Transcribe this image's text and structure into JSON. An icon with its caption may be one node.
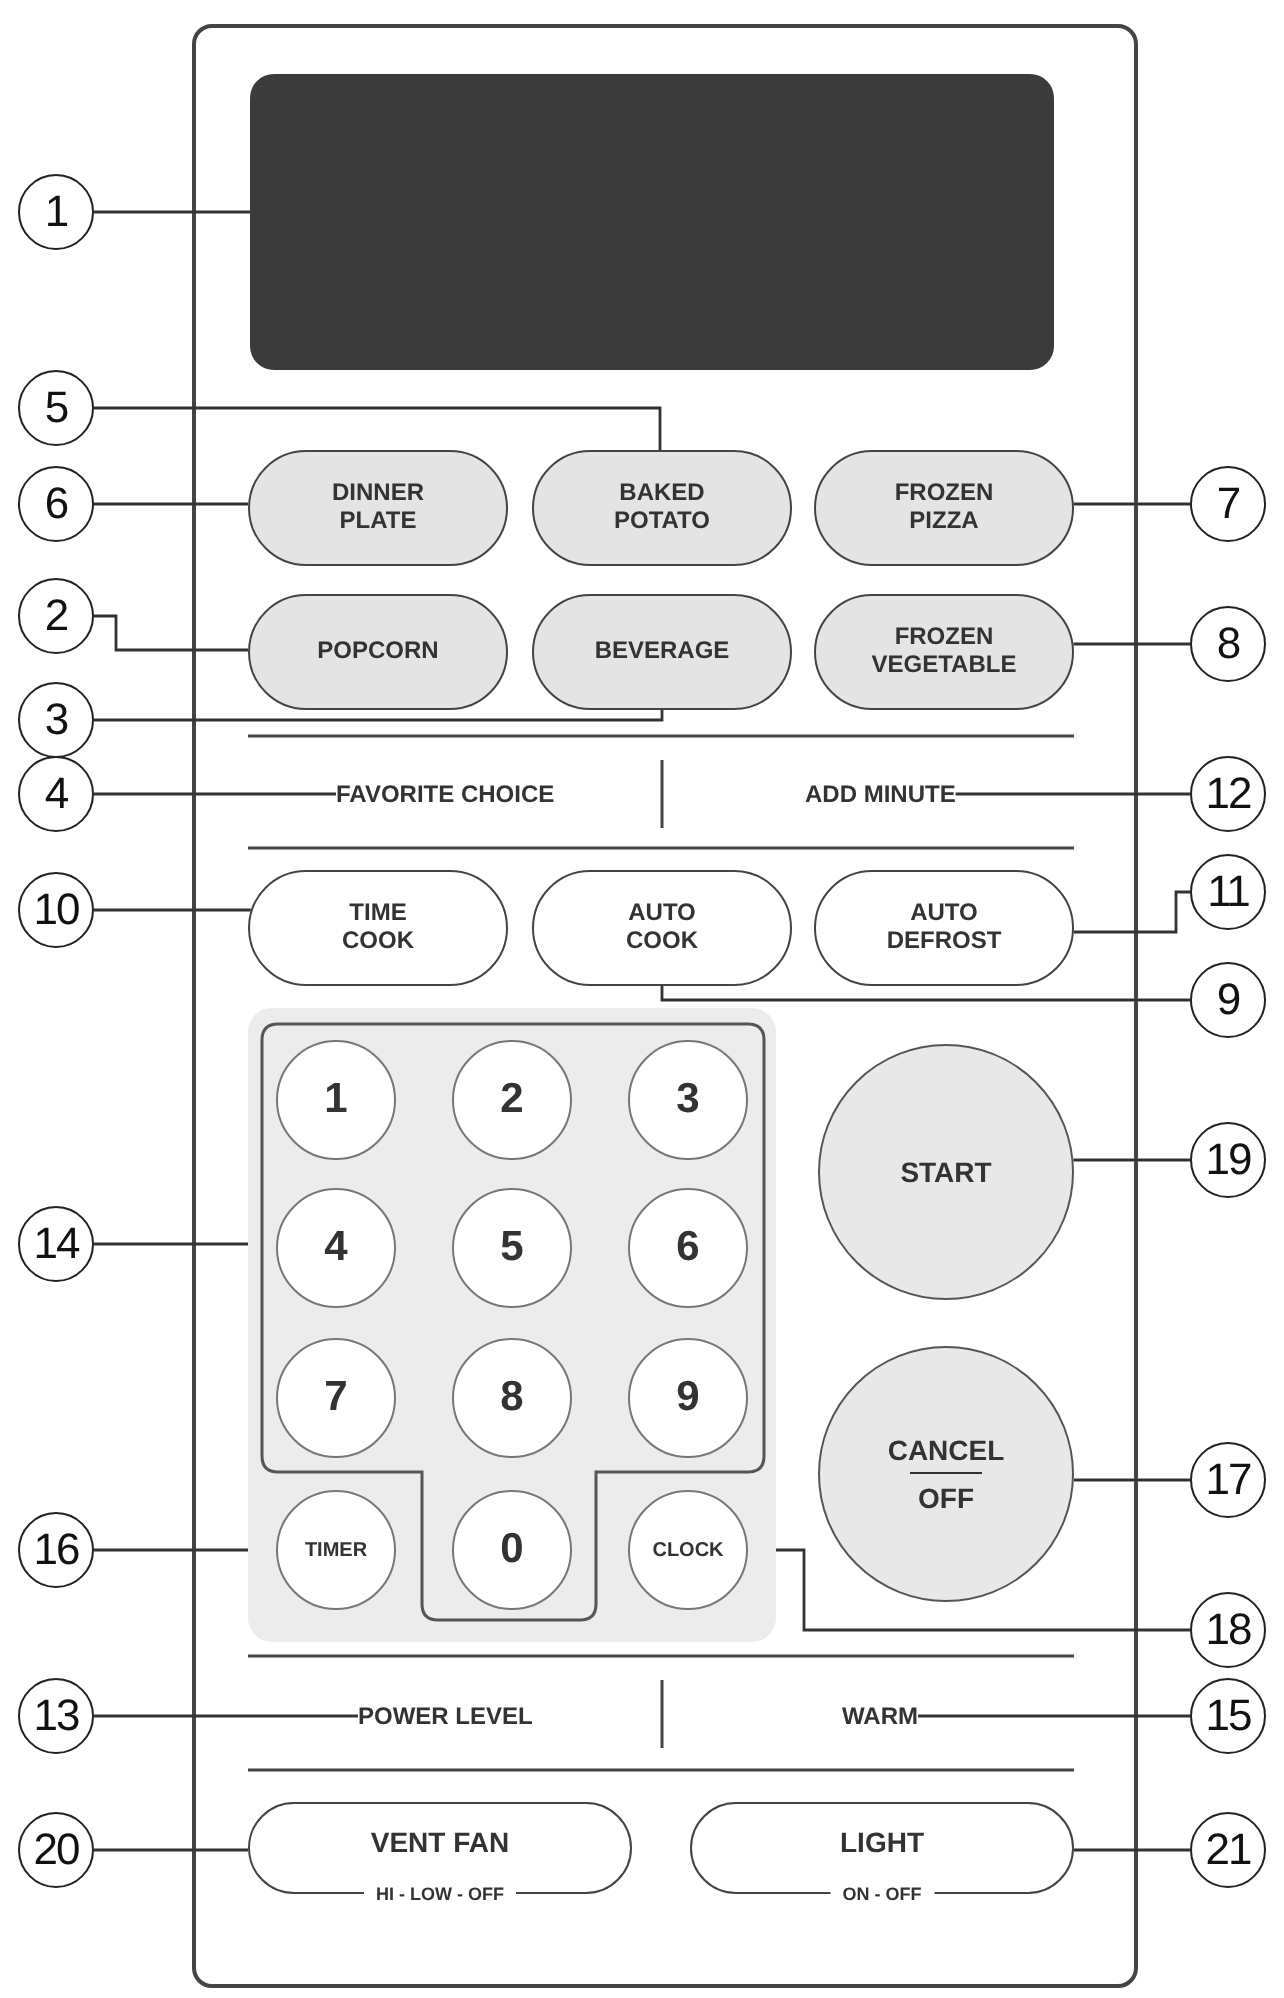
{
  "diagram": {
    "nodes": [
      {
        "text": [
          "1"
        ]
      },
      {
        "text": [],
        "shape": "box"
      },
      {
        "text": [
          "5"
        ]
      },
      {
        "text": [
          "6"
        ]
      },
      {
        "text": [
          "DINNER PLATE"
        ]
      },
      {
        "text": [
          "BAKED POTATO"
        ]
      },
      {
        "text": [
          "FROZEN PIZZA"
        ]
      },
      {
        "text": [
          "7"
        ]
      },
      {
        "text": [
          "2"
        ]
      },
      {
        "text": [
          "POPCORN"
        ]
      },
      {
        "text": [
          "BEVERAGE"
        ]
      },
      {
        "text": [
          "FROZEN VEGETABLE"
        ]
      },
      {
        "text": [
          "8"
        ]
      },
      {
        "text": [
          "3"
        ]
      },
      {
        "text": [
          "4"
        ]
      },
      {
        "text": [
          "FAVORITE CHOICE"
        ]
      },
      {
        "text": [
          "ADD MINUTE"
        ]
      },
      {
        "text": [
          "12"
        ]
      },
      {
        "text": [
          "10"
        ]
      },
      {
        "text": [
          "TIME COOK"
        ]
      },
      {
        "text": [
          "AUTO COOK"
        ]
      },
      {
        "text": [
          "AUTO DEFROST"
        ]
      },
      {
        "text": [
          "11"
        ]
      },
      {
        "text": [
          "9"
        ]
      },
      {
        "text": [],
        "shape": "box"
      },
      {
        "text": [
          "1"
        ],
        "in": 24
      },
      {
        "text": [
          "2"
        ],
        "in": 24
      },
      {
        "text": [
          "3"
        ],
        "in": 24
      },
      {
        "text": [
          "4"
        ],
        "in": 24
      },
      {
        "text": [
          "5"
        ],
        "in": 24
      },
      {
        "text": [
          "6"
        ],
        "in": 24
      },
      {
        "text": [
          "7"
        ],
        "in": 24
      },
      {
        "text": [
          "8"
        ],
        "in": 24
      },
      {
        "text": [
          "9"
        ],
        "in": 24
      },
      {
        "text": [
          "TIMER"
        ],
        "in": 24
      },
      {
        "text": [
          "0"
        ],
        "in": 24
      },
      {
        "text": [
          "CLOCK"
        ],
        "in": 24
      },
      {
        "text": [
          "14"
        ]
      },
      {
        "text": [
          "START"
        ]
      },
      {
        "text": [
          "19"
        ]
      },
      {
        "text": [
          "CANCEL",
          "OFF"
        ]
      },
      {
        "text": [
          "17"
        ]
      },
      {
        "text": [
          "16"
        ]
      },
      {
        "text": [
          "18"
        ]
      },
      {
        "text": [
          "13"
        ]
      },
      {
        "text": [
          "POWER LEVEL"
        ]
      },
      {
        "text": [
          "WARM"
        ]
      },
      {
        "text": [
          "15"
        ]
      },
      {
        "text": [
          "20"
        ]
      },
      {
        "text": [
          "VENT FAN",
          "HI - LOW - OFF"
        ]
      },
      {
        "text": [
          "LIGHT",
          "ON - OFF"
        ]
      },
      {
        "text": [
          "21"
        ]
      }
    ],
    "edges": [
      {
        "from": 0,
        "to": 1,
        "arrow": "none"
      },
      {
        "from": 2,
        "to": 5,
        "arrow": "none"
      },
      {
        "from": 3,
        "to": 4,
        "arrow": "none"
      },
      {
        "from": 7,
        "to": 6,
        "arrow": "none"
      },
      {
        "from": 8,
        "to": 9,
        "arrow": "none"
      },
      {
        "from": 13,
        "to": 10,
        "arrow": "none"
      },
      {
        "from": 12,
        "to": 11,
        "arrow": "none"
      },
      {
        "from": 14,
        "to": 15,
        "arrow": "none"
      },
      {
        "from": 17,
        "to": 16,
        "arrow": "none"
      },
      {
        "from": 18,
        "to": 19,
        "arrow": "none"
      },
      {
        "from": 22,
        "to": 21,
        "arrow": "none"
      },
      {
        "from": 23,
        "to": 20,
        "arrow": "none"
      },
      {
        "from": 37,
        "to": 24,
        "arrow": "none"
      },
      {
        "from": 39,
        "to": 38,
        "arrow": "none"
      },
      {
        "from": 41,
        "to": 40,
        "arrow": "none"
      },
      {
        "from": 42,
        "to": 34,
        "arrow": "none"
      },
      {
        "from": 43,
        "to": 36,
        "arrow": "none"
      },
      {
        "from": 44,
        "to": 45,
        "arrow": "none"
      },
      {
        "from": 47,
        "to": 46,
        "arrow": "none"
      },
      {
        "from": 48,
        "to": 49,
        "arrow": "none"
      },
      {
        "from": 51,
        "to": 50,
        "arrow": "none"
      }
    ]
  }
}
